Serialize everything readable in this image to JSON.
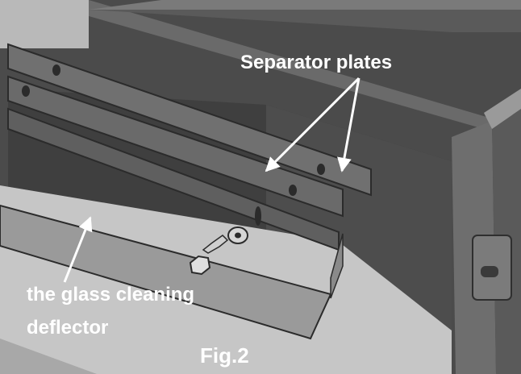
{
  "figure": {
    "label_separator_plates": "Separator plates",
    "label_deflector_line1": "the glass cleaning",
    "label_deflector_line2": "deflector",
    "caption": "Fig.2"
  },
  "colors": {
    "background_dark": "#4a4a4a",
    "panel_mid": "#5c5c5c",
    "floor_light": "#c6c6c6",
    "label_text": "#ffffff"
  }
}
